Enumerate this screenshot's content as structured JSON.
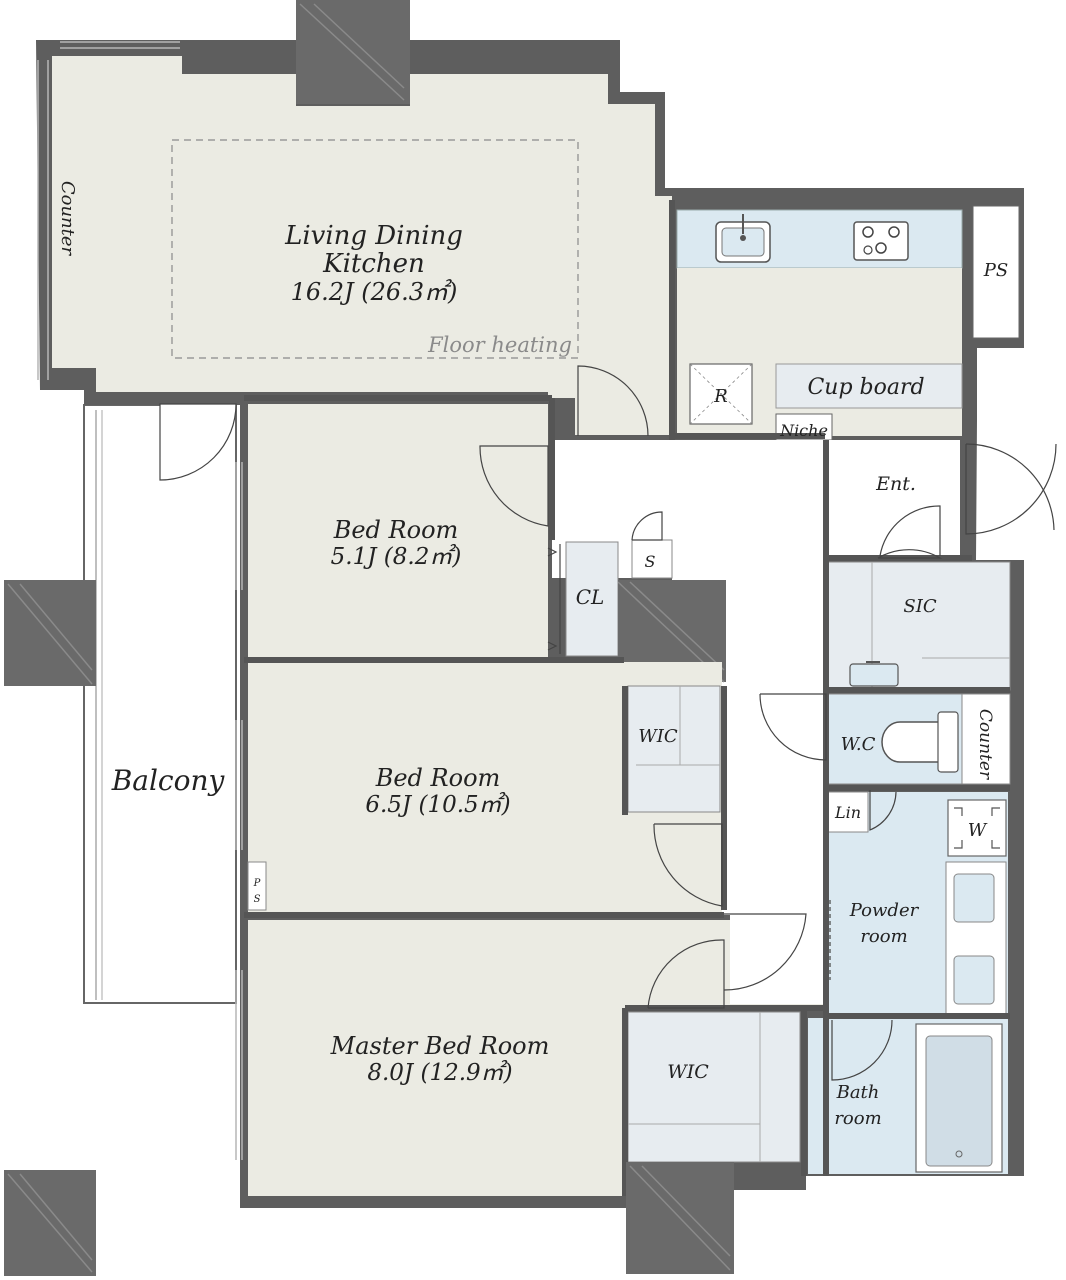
{
  "colors": {
    "wall": "#555555",
    "room_fill": "#ebebe3",
    "wet_fill": "#dbe9f1",
    "storage_fill": "#e7ecf0",
    "column_fill": "#6a6a6a",
    "window_line": "#999999"
  },
  "rooms": {
    "ldk_line1": "Living Dining",
    "ldk_line2": "Kitchen",
    "ldk_area": "16.2J (26.3㎡)",
    "floor_heating": "Floor heating",
    "counter_left": "Counter",
    "ps_top": "PS",
    "cupboard": "Cup board",
    "refrigerator": "R",
    "niche": "Niche",
    "entrance": "Ent.",
    "bed1_name": "Bed Room",
    "bed1_area": "5.1J (8.2㎡)",
    "closet": "CL",
    "shoe": "S",
    "sic": "SIC",
    "bed2_name": "Bed Room",
    "bed2_area": "6.5J (10.5㎡)",
    "wic1": "WIC",
    "wc": "W.C",
    "counter_right": "Counter",
    "linen": "Lin",
    "washer": "W",
    "balcony": "Balcony",
    "ps_small_1": "P",
    "ps_small_2": "S",
    "powder_line1": "Powder",
    "powder_line2": "room",
    "master_name": "Master Bed Room",
    "master_area": "8.0J (12.9㎡)",
    "wic2": "WIC",
    "bath_line1": "Bath",
    "bath_line2": "room"
  }
}
